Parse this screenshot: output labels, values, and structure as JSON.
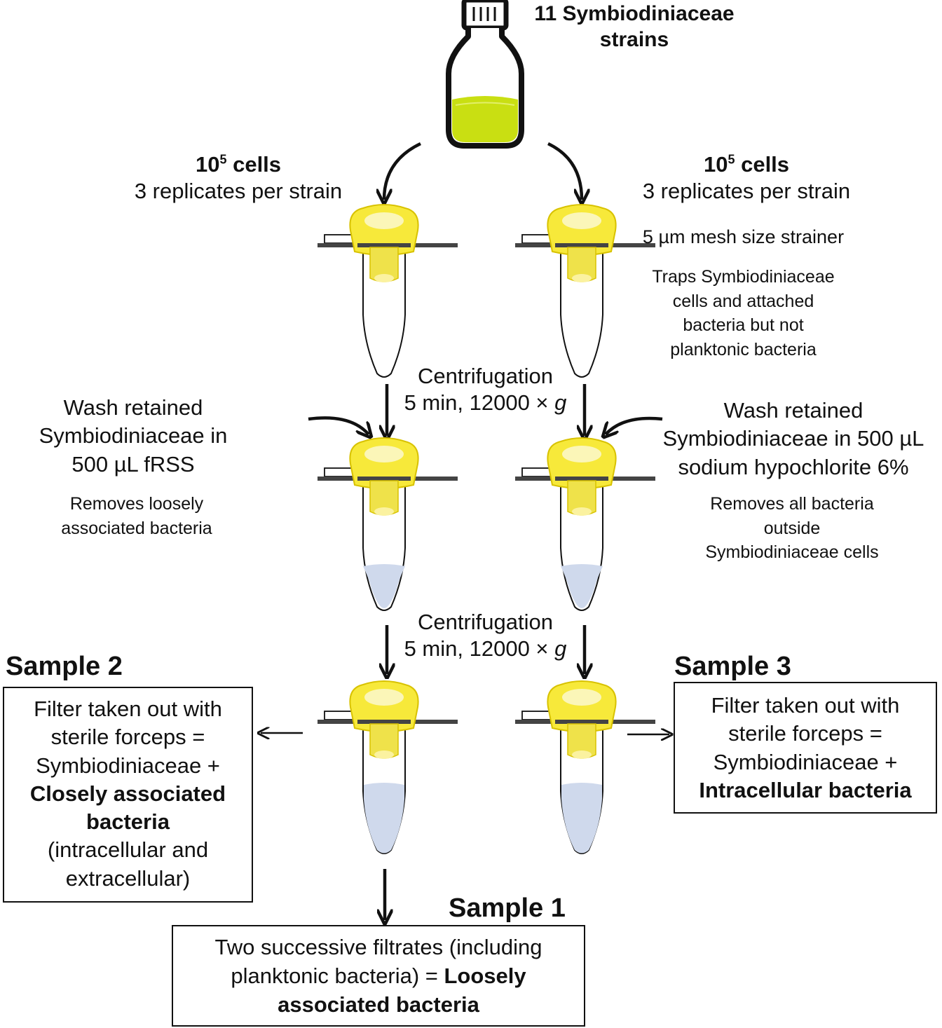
{
  "colors": {
    "culture": "#c9df12",
    "cap": "#f7e93a",
    "cap_outline": "#d8c200",
    "filtrate": "#cfd9ec",
    "ink": "#111111"
  },
  "source": {
    "line1": "11 Symbiodiniaceae",
    "line2": "strains"
  },
  "left_branch": {
    "cells_base": "10",
    "cells_exp": "5",
    "cells_word": " cells",
    "replicates": "3 replicates per strain"
  },
  "right_branch": {
    "cells_base": "10",
    "cells_exp": "5",
    "cells_word": " cells",
    "replicates": "3 replicates per strain"
  },
  "strainer": {
    "title": "5 µm mesh size strainer",
    "note": [
      "Traps Symbiodiniaceae",
      "cells and attached",
      "bacteria but not",
      "planktonic bacteria"
    ]
  },
  "centrifugation_1": {
    "label": "Centrifugation",
    "detail": "5 min, 12000 × ",
    "unit": "g"
  },
  "centrifugation_2": {
    "label": "Centrifugation",
    "detail": "5 min, 12000 × ",
    "unit": "g"
  },
  "wash_left": {
    "title": [
      "Wash retained",
      "Symbiodiniaceae in",
      "500 µL fRSS"
    ],
    "note": [
      "Removes loosely",
      "associated bacteria"
    ]
  },
  "wash_right": {
    "title": [
      "Wash retained",
      "Symbiodiniaceae in 500 µL",
      "sodium hypochlorite 6%"
    ],
    "note": [
      "Removes all bacteria",
      "outside",
      "Symbiodiniaceae cells"
    ]
  },
  "sample2": {
    "header": "Sample 2",
    "l1": "Filter taken out with",
    "l2": "sterile forceps =",
    "l3": "Symbiodiniaceae +",
    "l4": "Closely associated",
    "l5": "bacteria",
    "l6": "(intracellular and",
    "l7": "extracellular)"
  },
  "sample3": {
    "header": "Sample 3",
    "l1": "Filter taken out with",
    "l2": "sterile forceps =",
    "l3": "Symbiodiniaceae +",
    "l4": "Intracellular bacteria"
  },
  "sample1": {
    "header": "Sample 1",
    "l1": "Two successive filtrates (including",
    "l2a": "planktonic bacteria) = ",
    "l2b": "Loosely",
    "l3": "associated bacteria"
  }
}
